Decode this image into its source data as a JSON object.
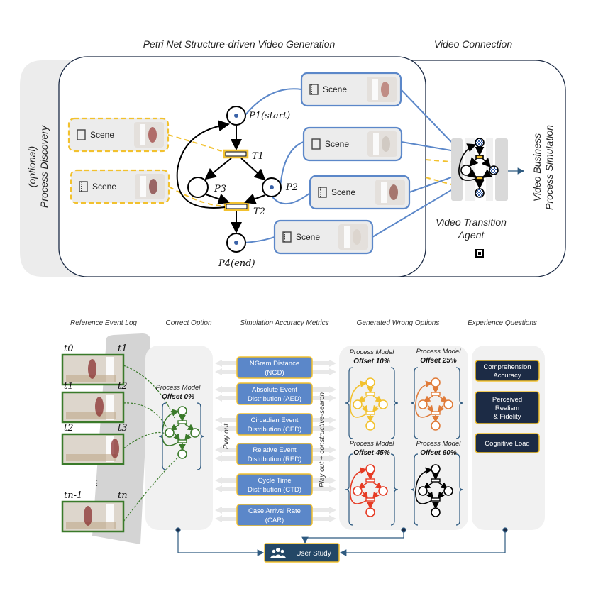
{
  "top": {
    "title_left": "Petri Net Structure-driven Video Generation",
    "title_right": "Video Connection",
    "process_discovery": [
      "(optional)",
      "Process Discovery"
    ],
    "scene_label": "Scene",
    "places": {
      "p1": "P1(start)",
      "p2": "P2",
      "p3": "P3",
      "p4": "P4(end)"
    },
    "transitions": {
      "t1": "T1",
      "t2": "T2"
    },
    "agent_label": [
      "Video Transition",
      "Agent"
    ],
    "output_label": [
      "Video Business",
      "Process Simulation"
    ],
    "icons": [
      "film-icon",
      "chip-icon"
    ]
  },
  "bottom": {
    "headers": {
      "ref_log": "Reference Event Log",
      "correct": "Correct Option",
      "metrics": "Simulation Accuracy Metrics",
      "wrong": "Generated Wrong Options",
      "experience": "Experience Questions"
    },
    "frame_labels": [
      [
        "t0",
        "t1"
      ],
      [
        "t1",
        "t2"
      ],
      [
        "t2",
        "t3"
      ],
      [
        "tn-1",
        "tn"
      ]
    ],
    "ellipsis": "⋮",
    "process_model": "Process Model",
    "correct_offset": "Offset 0%",
    "wrong_offsets": [
      {
        "label": "Offset 10%",
        "color": "#f2c12e"
      },
      {
        "label": "Offset 25%",
        "color": "#e07b39"
      },
      {
        "label": "Offset 45%",
        "color": "#e63b24"
      },
      {
        "label": "Offset 60%",
        "color": "#000000"
      }
    ],
    "correct_color": "#3a7a2a",
    "metrics": [
      [
        "NGram Distance",
        "(NGD)"
      ],
      [
        "Absolute Event",
        "Distribution (AED)"
      ],
      [
        "Circadian Event",
        "Distribution (CED)"
      ],
      [
        "Relative Event",
        "Distribution (RED)"
      ],
      [
        "Cycle Time",
        "Distribution (CTD)"
      ],
      [
        "Case Arrival Rate",
        "(CAR)"
      ]
    ],
    "play_out": "Play out",
    "play_out_search": "Play out + constructive-search",
    "experience_questions": [
      [
        "Comprehension",
        "Accuracy"
      ],
      [
        "Perceived",
        "Realism",
        "& Fidelity"
      ],
      [
        "Cognitive Load"
      ]
    ],
    "user_study": "User Study",
    "colors": {
      "metric_box": "#5b87c9",
      "box_border": "#f2c12e",
      "navy": "#1c2b45",
      "user_study": "#234766"
    }
  }
}
